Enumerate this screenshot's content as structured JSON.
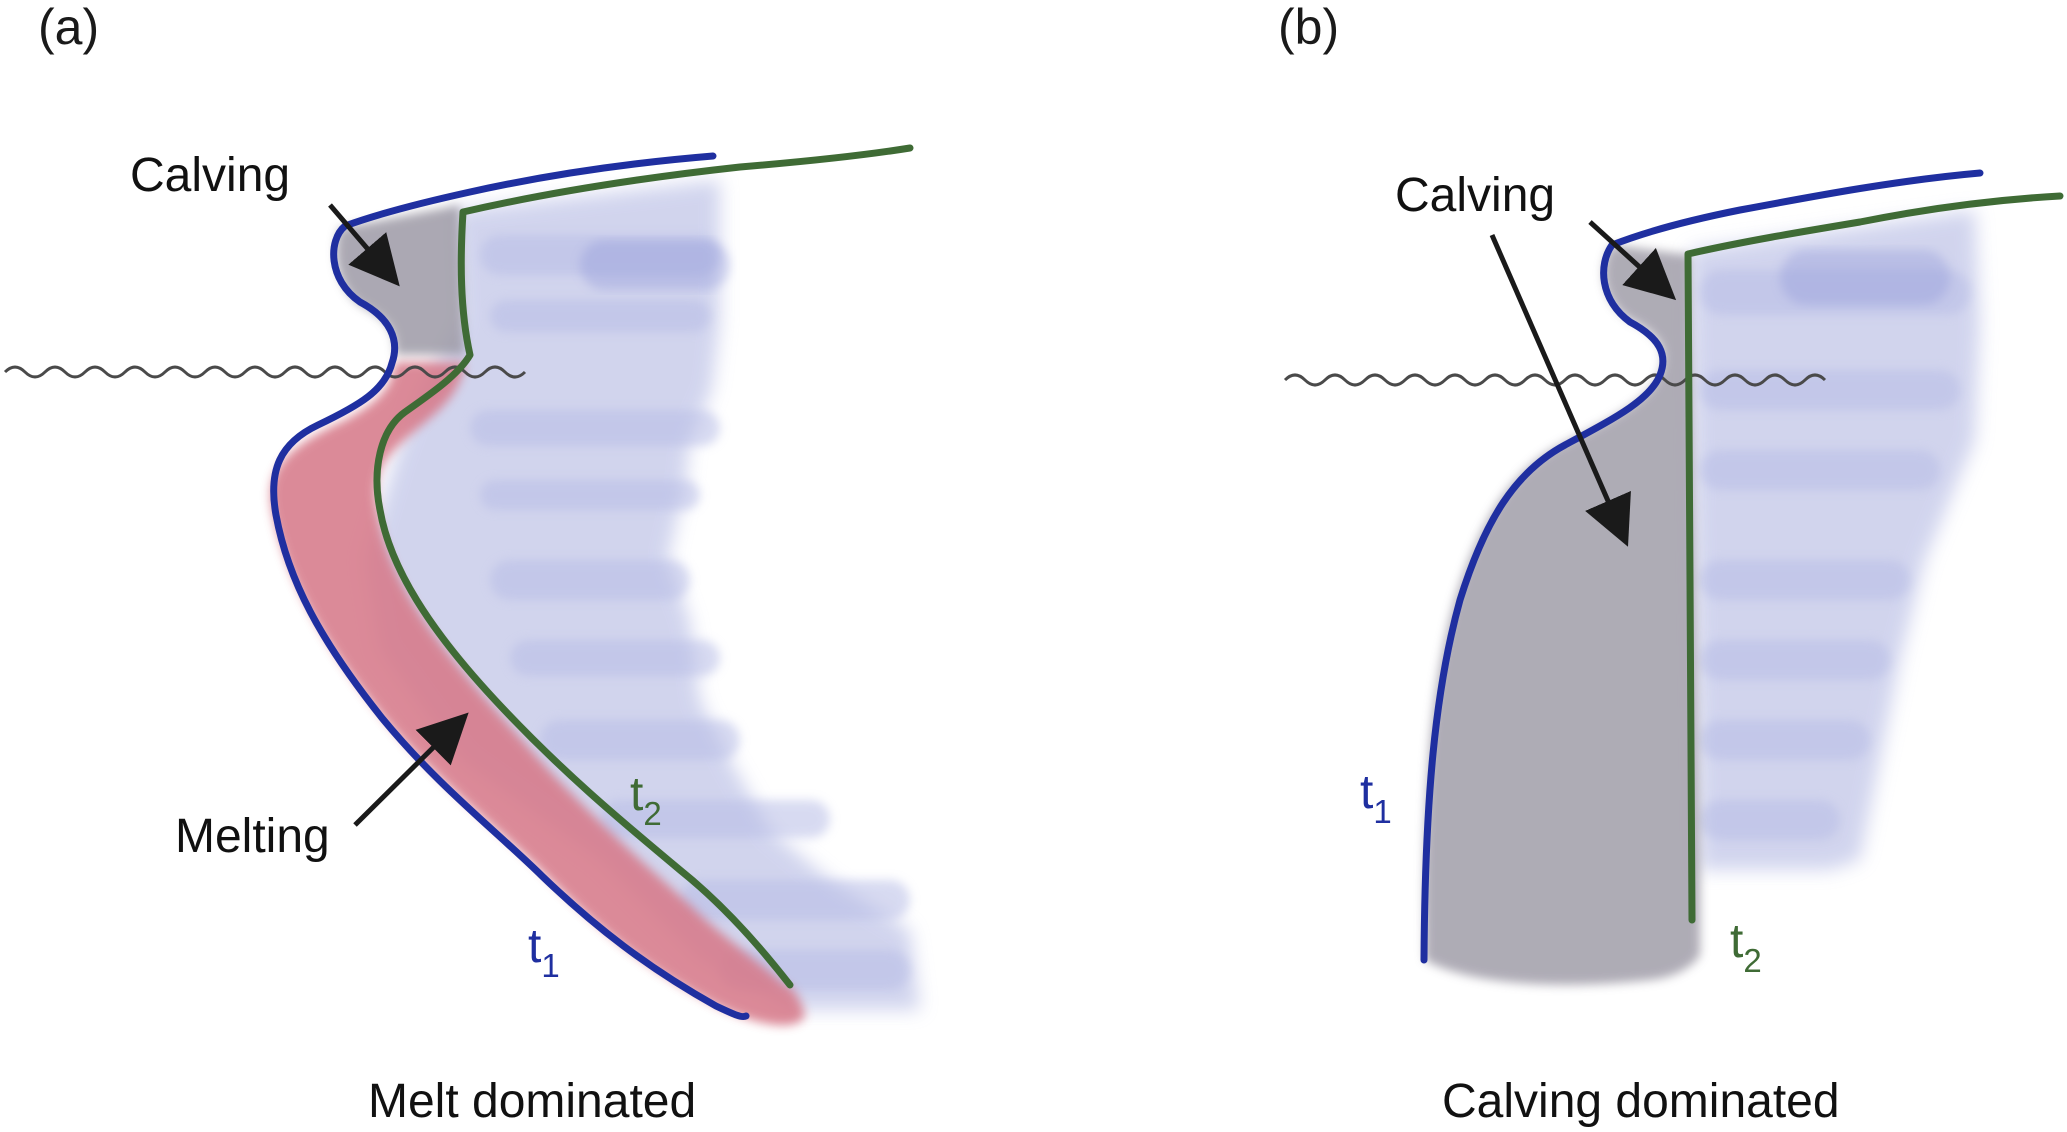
{
  "panel_a": {
    "tag": "(a)",
    "calving_label": "Calving",
    "melting_label": "Melting",
    "t1": {
      "letter": "t",
      "sub": "1"
    },
    "t2": {
      "letter": "t",
      "sub": "2"
    },
    "caption": "Melt dominated"
  },
  "panel_b": {
    "tag": "(b)",
    "calving_label": "Calving",
    "t1": {
      "letter": "t",
      "sub": "1"
    },
    "t2": {
      "letter": "t",
      "sub": "2"
    },
    "caption": "Calving dominated"
  },
  "colors": {
    "t1_line": "#1f2fa0",
    "t2_line": "#3f6b35",
    "ice": "#c9cdeb",
    "calved": "#9d9aa6",
    "melt": "#d77a8a",
    "waterline": "#4a4a4a",
    "arrow": "#1a1a1a"
  },
  "icons": [
    "arrow-icon"
  ]
}
